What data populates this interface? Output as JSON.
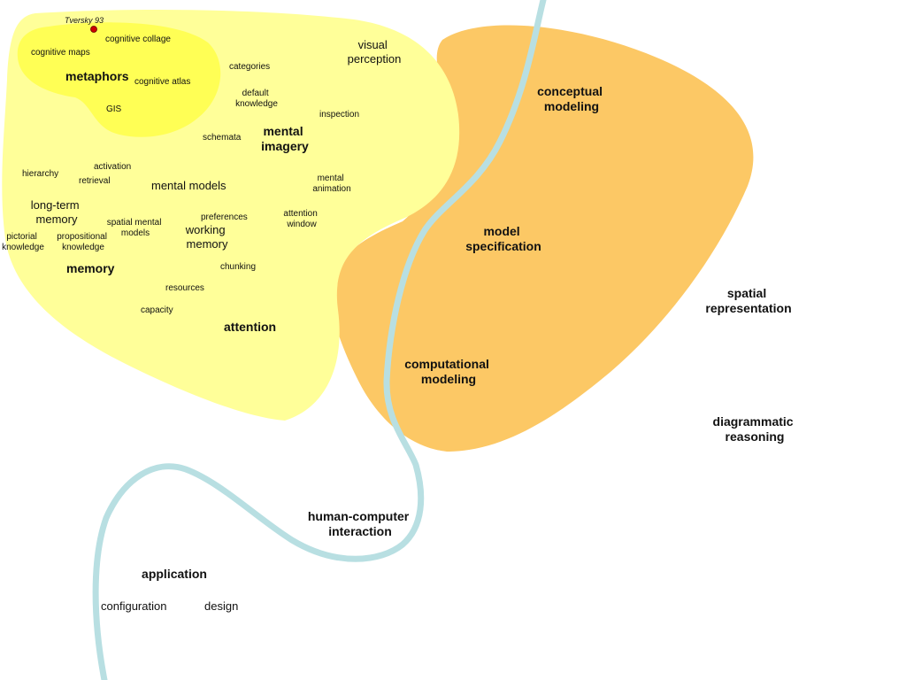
{
  "colors": {
    "cognition_region": "#ffff99",
    "metaphor_region": "#ffff55",
    "modeling_region": "#fcc865",
    "river": "#b8dfe2",
    "marker": "#cc0000",
    "text": "#111111"
  },
  "labels": {
    "tversky": "Tversky 93",
    "cognitive_collage": "cognitive collage",
    "cognitive_maps": "cognitive maps",
    "metaphors": "metaphors",
    "cognitive_atlas": "cognitive atlas",
    "gis": "GIS",
    "categories": "categories",
    "visual_perception": [
      "visual",
      "perception"
    ],
    "default_knowledge": [
      "default",
      "knowledge"
    ],
    "inspection": "inspection",
    "schemata": "schemata",
    "mental_imagery": [
      "mental",
      "imagery"
    ],
    "hierarchy": "hierarchy",
    "activation": "activation",
    "retrieval": "retrieval",
    "mental_models": "mental models",
    "mental_animation": [
      "mental",
      "animation"
    ],
    "long_term_memory": [
      "long-term",
      "memory"
    ],
    "preferences": "preferences",
    "attention_window": [
      "attention",
      "window"
    ],
    "spatial_mental_models": [
      "spatial mental",
      "models"
    ],
    "working_memory": [
      "working",
      "memory"
    ],
    "pictorial_knowledge": [
      "pictorial",
      "knowledge"
    ],
    "propositional_knowledge": [
      "propositional",
      "knowledge"
    ],
    "memory": "memory",
    "chunking": "chunking",
    "resources": "resources",
    "capacity": "capacity",
    "attention": "attention",
    "conceptual_modeling": [
      "conceptual",
      "modeling"
    ],
    "model_specification": [
      "model",
      "specification"
    ],
    "computational_modeling": [
      "computational",
      "modeling"
    ],
    "spatial_representation": [
      "spatial",
      "representation"
    ],
    "diagrammatic_reasoning": [
      "diagrammatic",
      "reasoning"
    ],
    "human_computer_interaction": [
      "human-computer",
      "interaction"
    ],
    "application": "application",
    "configuration": "configuration",
    "design": "design"
  }
}
